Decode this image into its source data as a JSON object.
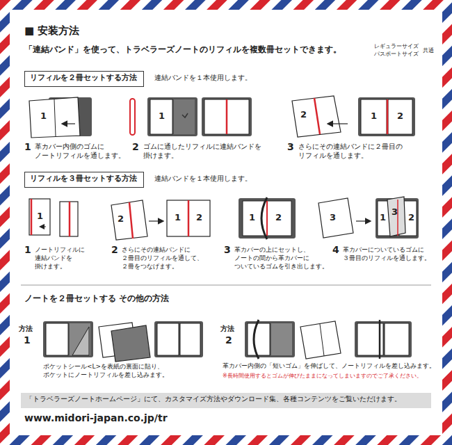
{
  "diagram": {
    "title": "■ 安装方法",
    "nodes": [
      {
        "text": [
          "リフィルを２冊セットする方法"
        ]
      },
      {
        "text": [
          "リフィルを３冊セットする方法"
        ]
      },
      {
        "text": [
          "「トラベラーズノートホームページ」にて、カスタマイズ方法やダウンロード集、各種コンテンツをご覧いただけます。"
        ]
      }
    ],
    "labels": [
      "「連結バンド」を使って、トラベラーズノートのリフィルを複数冊セットできます。",
      "レギュラーサイズ パスポートサイズ",
      "共通",
      "連結バンドを１本使用します。",
      "1",
      "1",
      "2",
      "1",
      "2",
      "1",
      "革カバー内側のゴムに ノートリフィルを通します。",
      "2",
      "ゴムに通したリフィルに連結バンドを 掛けます。",
      "3",
      "さらにその連結バンドに２冊目の リフィルを通します。",
      "連結バンドを１本使用します。",
      "1",
      "2",
      "1",
      "2",
      "1",
      "2",
      "3",
      "1",
      "3",
      "2",
      "1",
      "ノートリフィルに 連結バンドを 掛けます。",
      "2",
      "さらにその連結バンドに ２冊目のリフィルを通して、 ２冊をつなげます。",
      "3",
      "革カバーの上にセットし、 ノートの間から革カバーに ついているゴムを引き出します。",
      "4",
      "革カバーについているゴムに ３冊目のリフィルを通します。",
      "ノートを２冊セットする その他の方法",
      "方法",
      "1",
      "ポケットシール<L>を表紙の裏面に貼り、 ポケットにノートリフィルを差し込みます。",
      "方法",
      "2",
      "革カバー内側の「短いゴム」を伸ばして、ノートリフィルを差し込みます。",
      "※長時間使用するとゴムが伸びたままになってしまいますのでご了承ください。",
      "www.midori-japan.co.jp/tr"
    ]
  }
}
